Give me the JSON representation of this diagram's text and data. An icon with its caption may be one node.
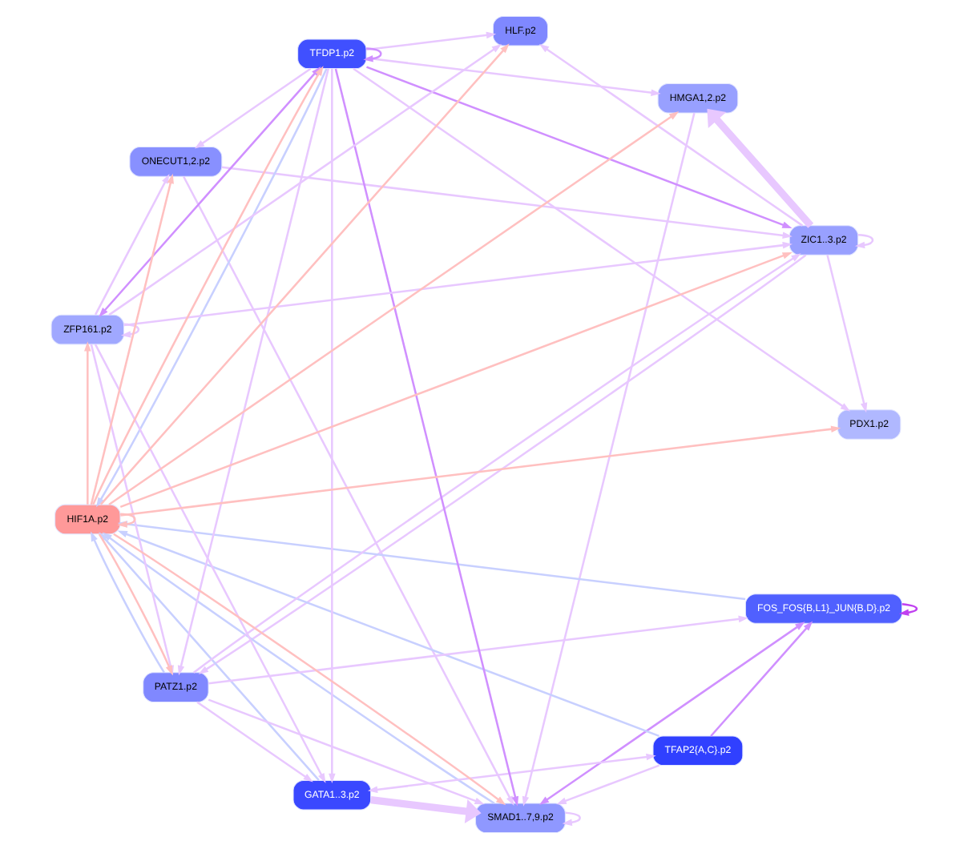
{
  "diagram": {
    "nodes": [
      {
        "text": [
          "ZIC1..3.p2"
        ]
      },
      {
        "text": [
          "ONECUT1,2.p2"
        ]
      },
      {
        "text": [
          "PDX1.p2"
        ]
      },
      {
        "text": [
          "HMGA1,2.p2"
        ]
      },
      {
        "text": [
          "ZFP161.p2"
        ]
      },
      {
        "text": [
          "HLF.p2"
        ]
      },
      {
        "text": [
          "HIF1A.p2"
        ]
      },
      {
        "text": [
          "TFDP1.p2"
        ]
      },
      {
        "text": [
          "SMAD1..7,9.p2"
        ]
      },
      {
        "text": [
          "PATZ1.p2"
        ]
      },
      {
        "text": [
          "FOS_FOS{B,L1}_JUN{B,D}.p2"
        ]
      },
      {
        "text": [
          "TFAP2{A,C}.p2"
        ]
      },
      {
        "text": [
          "GATA1..3.p2"
        ]
      }
    ],
    "edges": [
      {
        "from": 6,
        "to": 0,
        "arrow": "to",
        "color": "#ffc0c0"
      },
      {
        "from": 6,
        "to": 1,
        "arrow": "to",
        "color": "#ffc0c0"
      },
      {
        "from": 6,
        "to": 2,
        "arrow": "to",
        "color": "#ffc0c0"
      },
      {
        "from": 6,
        "to": 3,
        "arrow": "to",
        "color": "#ffc0c0"
      },
      {
        "from": 6,
        "to": 5,
        "arrow": "to",
        "color": "#ffc0c0"
      },
      {
        "from": 6,
        "to": 4,
        "arrow": "to",
        "color": "#ffc0c0"
      },
      {
        "from": 6,
        "to": 8,
        "arrow": "to",
        "color": "#ffc0c0"
      },
      {
        "from": 6,
        "to": 9,
        "arrow": "to",
        "color": "#ffc0c0"
      },
      {
        "from": 6,
        "to": 7,
        "arrow": "to",
        "color": "#ffc0c0"
      },
      {
        "from": 6,
        "to": 6,
        "arrow": "to",
        "color": "#ffc0c0"
      },
      {
        "from": 7,
        "to": 6,
        "arrow": "to",
        "color": "#c8d0ff"
      },
      {
        "from": 8,
        "to": 6,
        "arrow": "to",
        "color": "#c8d0ff"
      },
      {
        "from": 10,
        "to": 6,
        "arrow": "to",
        "color": "#c8d0ff"
      },
      {
        "from": 11,
        "to": 6,
        "arrow": "to",
        "color": "#c8d0ff"
      },
      {
        "from": 12,
        "to": 6,
        "arrow": "to",
        "color": "#c8d0ff"
      },
      {
        "from": 9,
        "to": 6,
        "arrow": "to",
        "color": "#c8d0ff"
      },
      {
        "from": 0,
        "to": 0,
        "arrow": "to"
      },
      {
        "from": 0,
        "to": 2,
        "arrow": "to"
      },
      {
        "from": 0,
        "to": 3,
        "arrow": "to",
        "style": "thick"
      },
      {
        "from": 0,
        "to": 5,
        "arrow": "to"
      },
      {
        "from": 0,
        "to": 9,
        "arrow": "to"
      },
      {
        "from": 1,
        "to": 0,
        "arrow": "to"
      },
      {
        "from": 1,
        "to": 8,
        "arrow": "to"
      },
      {
        "from": 3,
        "to": 8,
        "arrow": "to"
      },
      {
        "from": 4,
        "to": 4,
        "arrow": "to"
      },
      {
        "from": 4,
        "to": 5,
        "arrow": "to"
      },
      {
        "from": 4,
        "to": 1,
        "arrow": "to"
      },
      {
        "from": 4,
        "to": 0,
        "arrow": "to"
      },
      {
        "from": 4,
        "to": 7,
        "arrow": "both",
        "color": "#d090ff"
      },
      {
        "from": 4,
        "to": 9,
        "arrow": "to"
      },
      {
        "from": 4,
        "to": 12,
        "arrow": "to"
      },
      {
        "from": 7,
        "to": 7,
        "arrow": "to",
        "color": "#d090ff"
      },
      {
        "from": 7,
        "to": 0,
        "arrow": "to",
        "color": "#d090ff"
      },
      {
        "from": 7,
        "to": 8,
        "arrow": "to",
        "color": "#d090ff"
      },
      {
        "from": 7,
        "to": 9,
        "arrow": "to"
      },
      {
        "from": 7,
        "to": 3,
        "arrow": "to"
      },
      {
        "from": 7,
        "to": 5,
        "arrow": "to"
      },
      {
        "from": 7,
        "to": 12,
        "arrow": "to"
      },
      {
        "from": 7,
        "to": 1,
        "arrow": "to"
      },
      {
        "from": 7,
        "to": 2,
        "arrow": "to"
      },
      {
        "from": 9,
        "to": 0,
        "arrow": "to"
      },
      {
        "from": 9,
        "to": 8,
        "arrow": "to"
      },
      {
        "from": 9,
        "to": 10,
        "arrow": "to"
      },
      {
        "from": 9,
        "to": 12,
        "arrow": "to"
      },
      {
        "from": 8,
        "to": 8,
        "arrow": "to"
      },
      {
        "from": 8,
        "to": 10,
        "arrow": "both",
        "color": "#d090ff"
      },
      {
        "from": 10,
        "to": 10,
        "arrow": "to",
        "color": "#c040f0"
      },
      {
        "from": 11,
        "to": 12,
        "arrow": "both"
      },
      {
        "from": 11,
        "to": 10,
        "arrow": "to",
        "color": "#d090ff"
      },
      {
        "from": 11,
        "to": 8,
        "arrow": "to"
      },
      {
        "from": 12,
        "to": 8,
        "arrow": "to",
        "style": "thick"
      }
    ]
  }
}
